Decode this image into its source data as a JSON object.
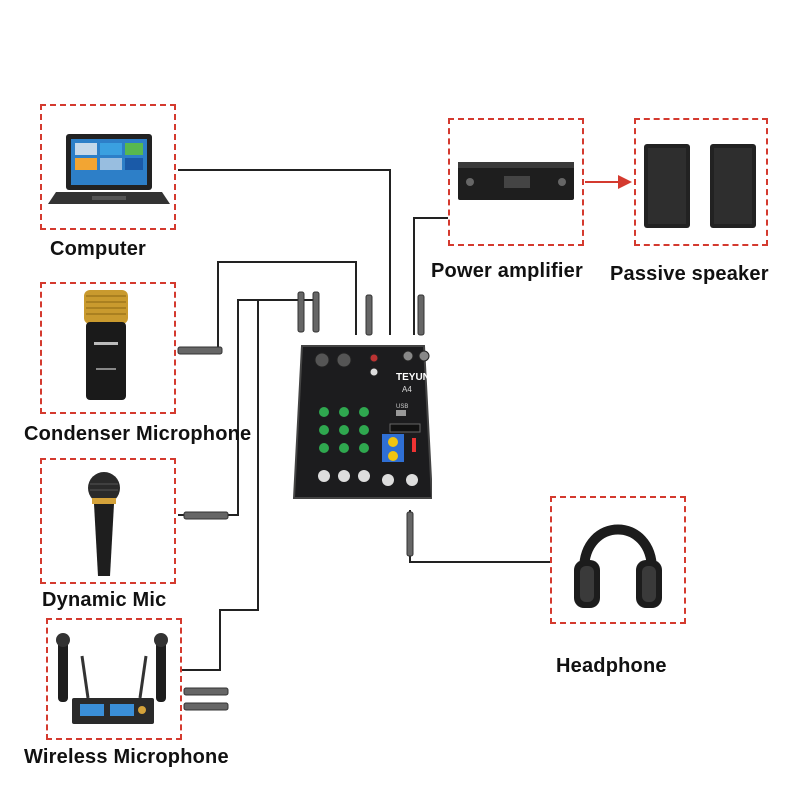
{
  "devices": {
    "computer": "Computer",
    "condenser": "Condenser Microphone",
    "dynamic": "Dynamic Mic",
    "wireless": "Wireless Microphone",
    "amplifier": "Power amplifier",
    "speaker": "Passive speaker",
    "headphone": "Headphone"
  },
  "mixer": {
    "brand": "TEYUN",
    "model": "A4",
    "usb_label": "USB"
  },
  "colors": {
    "dashed_border": "#d43a2f",
    "cable": "#222222",
    "arrow": "#d43a2f",
    "mixer_body": "#1c1c1e",
    "knob_green": "#2fa84f",
    "knob_blue": "#2f6fd4"
  }
}
